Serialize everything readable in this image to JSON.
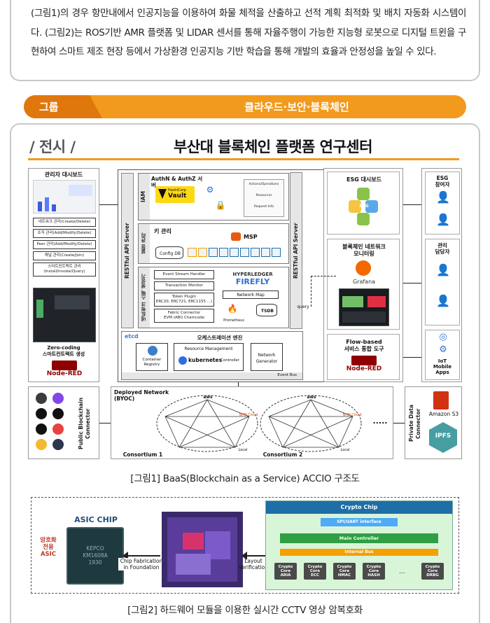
{
  "intro": {
    "paragraph": "(그림1)의 경우 항만내에서 인공지능을 이용하여 화물 체적을 산출하고 선적 계획 최적화 및 배치 자동화 시스템이다. (그림2)는 ROS기반 AMR 플랫폼 및 LIDAR 센서를 통해 자율주행이 가능한 지능형 로봇으로 디지털 트윈을 구현하여 스마트 제조 현장 등에서 가상환경 인공지능 기반 학습을 통해 개발의 효율과 안정성을 높일 수 있다."
  },
  "band": {
    "tag": "그룹",
    "title": "클라우드·보안·블록체인"
  },
  "exhibit": {
    "label": "/ 전시 /",
    "title": "부산대 블록체인 플랫폼 연구센터"
  },
  "fig1": {
    "dashboard": {
      "title": "관리자 대시보드",
      "menu": [
        "네트워크 관리(Create/Delete)",
        "조직 관리(Add/Modify/Delete)",
        "Peer 관리(Add/Modify/Delete)",
        "채널 관리(Create/Join)",
        "스마트컨트랙트 관리\n(Install/Invoke/Query)"
      ],
      "zero": "Zero-coding\n스마트컨트랙트 생성",
      "nodered": "Node-RED"
    },
    "left_api": "RESTful API Server",
    "iam": {
      "label": "IAM",
      "title": "AuthN & AuthZ 서버",
      "vault_top": "HashiCorp",
      "vault": "Vault",
      "doc": [
        "Actions/Operations",
        "Resources",
        "Request Info"
      ]
    },
    "keymgmt": {
      "label": "설정 관리",
      "title": "키 관리",
      "msp": "MSP",
      "configdb": "Config DB"
    },
    "netgen": {
      "label": "네트워크 스택 생성기",
      "items": [
        "Event Stream Handler",
        "Transaction Monitor",
        "Token Plugin\nERC20, ERC721, ERC1155 ...)",
        "Fabric Connector\nEVM (ABI) Chaincode"
      ],
      "hl1": "HYPERLEDGER",
      "hl2": "FIREFLY",
      "netmap": "Network Map",
      "tsdb": "TSDB",
      "prom": "Prometheus"
    },
    "orch": {
      "etcd": "etcd",
      "title": "오케스트레이션 엔진",
      "container": "Container\nRegistry",
      "rm": "Resource Management",
      "k8s": "kubernetes",
      "k8s_sub": "Controller",
      "netgen": "Network\nGenerator",
      "eventbus": "Event Bus"
    },
    "right_api": "RESTful API Server",
    "esg": {
      "title": "ESG 대시보드",
      "center": "ESG"
    },
    "monitor": {
      "title": "블록체인 네트워크\n모니터링",
      "grafana": "Grafana",
      "query": "query"
    },
    "flow": {
      "title": "Flow-based\n서비스 통합 도구",
      "nodered": "Node-RED"
    },
    "actors": [
      {
        "label": "ESG\n참여자"
      },
      {
        "label": "관리\n담당자"
      },
      {
        "label": "IoT\nMobile\nApps"
      }
    ],
    "connector_left": "Public Blockchain\nConnector",
    "deployed": {
      "title": "Deployed Network\n(BYOC)",
      "c1": "Consortium 1",
      "c2": "Consortium 2",
      "aws": "aws",
      "nhn": "NHN Cloud",
      "local": "Local",
      "dots": "....."
    },
    "connector_right": "Private Data\nConnector",
    "s3": "Amazon S3",
    "ipfs": "IPFS"
  },
  "caption1": "[그림1] BaaS(Blockchain as a Service) ACCIO 구조도",
  "fig2": {
    "asic_title": "ASIC CHIP",
    "asic_side": "암호화\n전용\nASIC",
    "chip_text": "KEPCO\nKM1608A\n1930",
    "fab": "Chip Fabrication\nin Foundation",
    "layout": "Layout\nverification",
    "crypto_title": "Crypto Chip",
    "spi": "SPI/UART interface",
    "main": "Main Controller",
    "bus": "Internal Bus",
    "cores": [
      "Crypto\nCore\nARIA",
      "Crypto\nCore\nECC",
      "Crypto\nCore\nHMAC",
      "Crypto\nCore\nHASH",
      "Crypto\nCore\nDRBG"
    ],
    "dots": "..."
  },
  "caption2": "[그림2] 하드웨어 모듈을 이용한 실시간 CCTV 영상 암복호화",
  "colors": {
    "orange": "#f29a1d",
    "orange_dark": "#e0770d",
    "nodered": "#8f0000"
  }
}
